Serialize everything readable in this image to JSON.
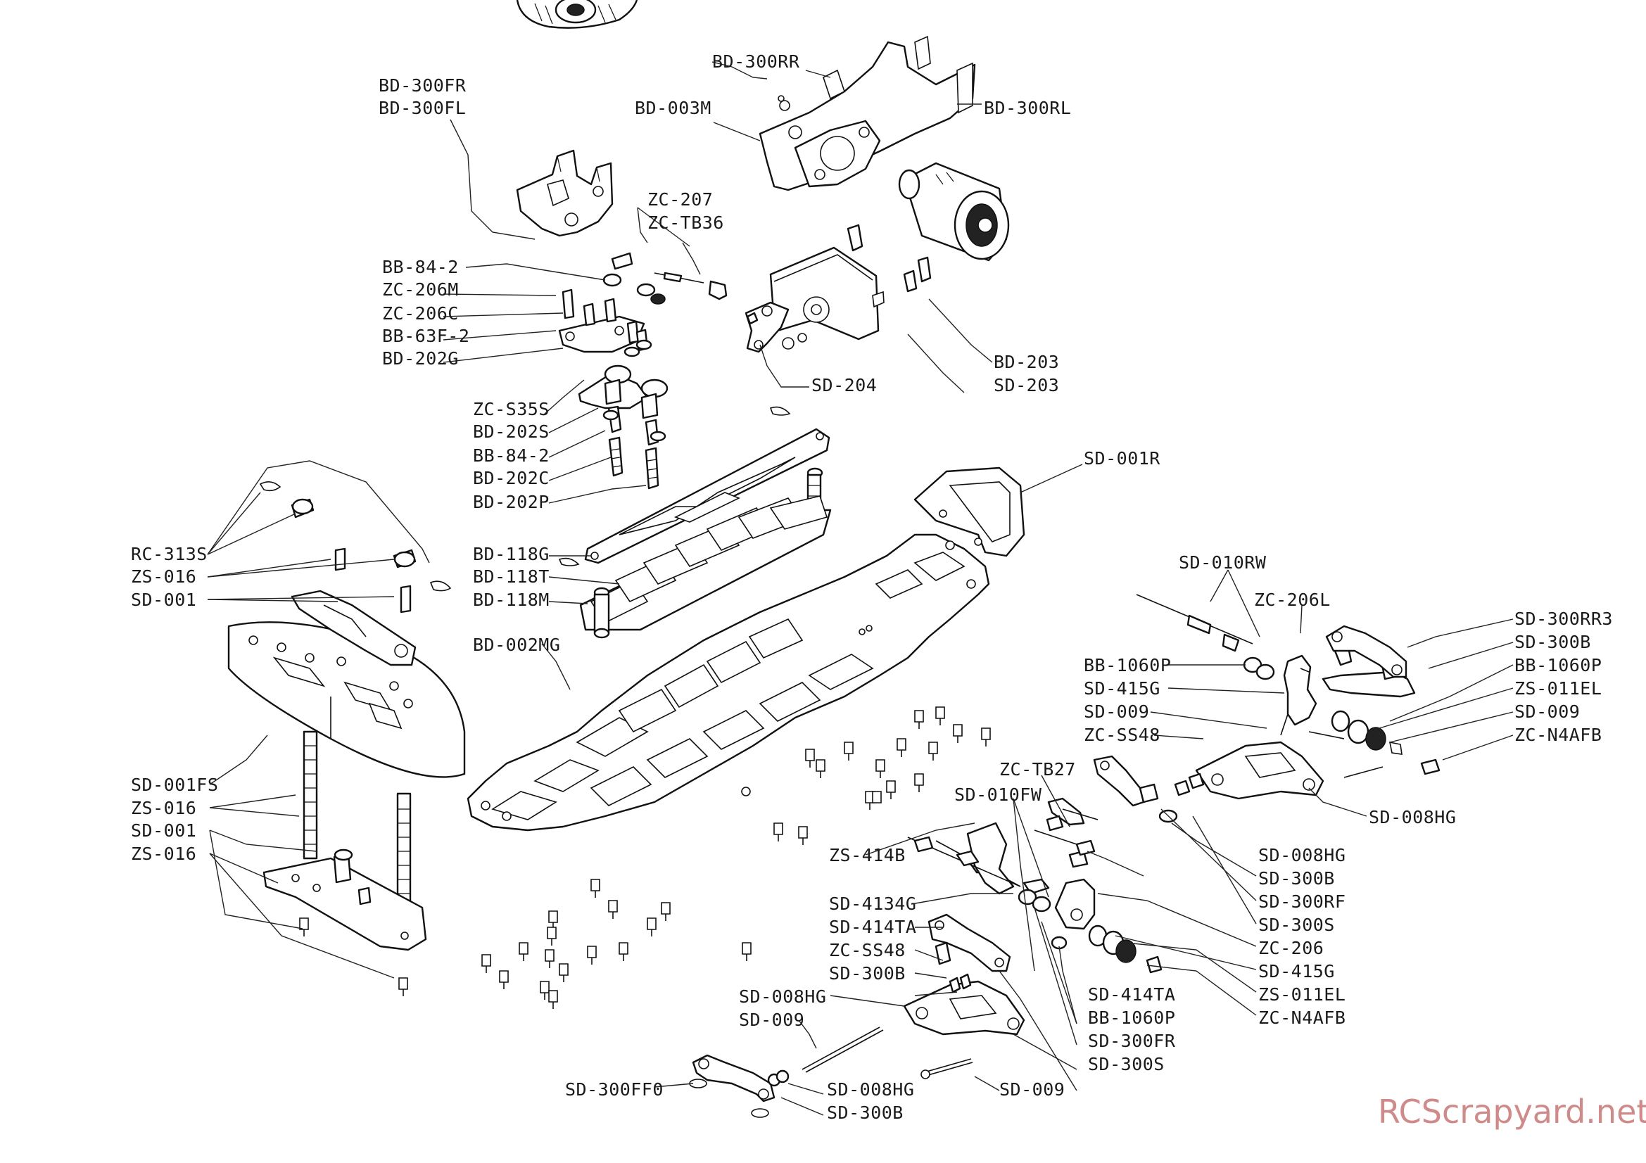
{
  "watermark": "RCScrapyard.net",
  "labels": {
    "bd_300rr": "BD-300RR",
    "bd_300fr": "BD-300FR",
    "bd_300fl": "BD-300FL",
    "bd_003m": "BD-003M",
    "bd_300rl": "BD-300RL",
    "zc_207": "ZC-207",
    "zc_tb36": "ZC-TB36",
    "bb_84_2_top": "BB-84-2",
    "zc_206m": "ZC-206M",
    "zc_206c": "ZC-206C",
    "bb_63f_2": "BB-63F-2",
    "bd_202g": "BD-202G",
    "bd_203": "BD-203",
    "sd_203": "SD-203",
    "sd_204": "SD-204",
    "zc_s35s": "ZC-S35S",
    "bd_202s": "BD-202S",
    "bb_84_2_mid": "BB-84-2",
    "bd_202c": "BD-202C",
    "bd_202p": "BD-202P",
    "sd_001r": "SD-001R",
    "rc_313s": "RC-313S",
    "zs_016_top": "ZS-016",
    "sd_001_top": "SD-001",
    "bd_118g": "BD-118G",
    "bd_118t": "BD-118T",
    "bd_118m": "BD-118M",
    "bd_002mg": "BD-002MG",
    "sd_010rw": "SD-010RW",
    "zc_206l": "ZC-206L",
    "sd_300rr3": "SD-300RR3",
    "sd_300b_r": "SD-300B",
    "bb_1060p_r": "BB-1060P",
    "zs_011el_r": "ZS-011EL",
    "sd_009_r": "SD-009",
    "zc_n4afb_r": "ZC-N4AFB",
    "bb_1060p_l": "BB-1060P",
    "sd_415g_l": "SD-415G",
    "sd_009_l": "SD-009",
    "zc_ss48_r": "ZC-SS48",
    "sd_008hg_r": "SD-008HG",
    "sd_001fs": "SD-001FS",
    "zs_016_a": "ZS-016",
    "sd_001_b": "SD-001",
    "zs_016_b": "ZS-016",
    "zc_tb27": "ZC-TB27",
    "sd_010fw": "SD-010FW",
    "zs_414b": "ZS-414B",
    "sd_008hg_c": "SD-008HG",
    "sd_300b_c": "SD-300B",
    "sd_300rf": "SD-300RF",
    "sd_300s_c": "SD-300S",
    "zc_206": "ZC-206",
    "sd_415g_c": "SD-415G",
    "zs_011el_c": "ZS-011EL",
    "zc_n4afb_c": "ZC-N4AFB",
    "sd_4134g": "SD-4134G",
    "sd_414ta_l": "SD-414TA",
    "zc_ss48_l": "ZC-SS48",
    "sd_300b_l": "SD-300B",
    "sd_008hg_l": "SD-008HG",
    "sd_009_l2": "SD-009",
    "sd_414ta_c": "SD-414TA",
    "bb_1060p_c": "BB-1060P",
    "sd_300fr": "SD-300FR",
    "sd_300s_b": "SD-300S",
    "sd_009_b": "SD-009",
    "sd_300ff0": "SD-300FF0",
    "sd_008hg_b": "SD-008HG",
    "sd_300b_b": "SD-300B"
  }
}
